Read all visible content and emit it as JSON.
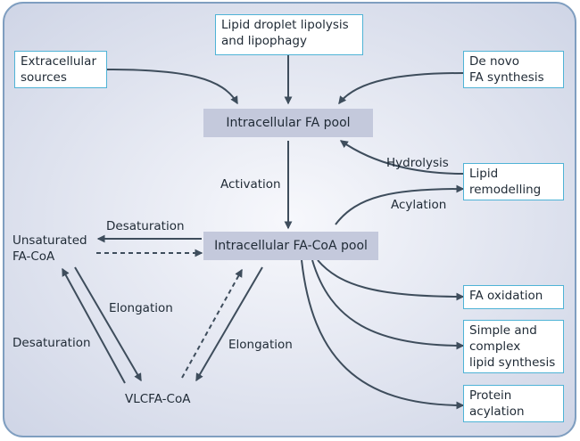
{
  "colors": {
    "frame_border": "#7f9ec0",
    "background_center": "#f7f8fc",
    "background_edge": "#cfd5e6",
    "box_border": "#4fb3d6",
    "pool_fill": "#c4c9dc",
    "arrow": "#3e4d5c",
    "text": "#1f2a35"
  },
  "sources": {
    "extracellular": [
      "Extracellular",
      "sources"
    ],
    "lipid_droplet": [
      "Lipid droplet lipolysis",
      "and lipophagy"
    ],
    "de_novo": [
      "De novo",
      "FA synthesis"
    ]
  },
  "pools": {
    "fa_pool": "Intracellular FA pool",
    "fa_coa_pool": "Intracellular FA-CoA pool"
  },
  "products": {
    "lipid_remodelling": [
      "Lipid",
      "remodelling"
    ],
    "fa_oxidation": [
      "FA oxidation"
    ],
    "lipid_synthesis": [
      "Simple and",
      "complex",
      "lipid synthesis"
    ],
    "protein_acylation": [
      "Protein",
      "acylation"
    ]
  },
  "species": {
    "unsaturated": [
      "Unsaturated",
      "FA-CoA"
    ],
    "vlcfa": "VLCFA-CoA"
  },
  "processes": {
    "activation": "Activation",
    "hydrolysis": "Hydrolysis",
    "acylation": "Acylation",
    "desaturation_top": "Desaturation",
    "elongation_left": "Elongation",
    "desaturation_left": "Desaturation",
    "elongation_right": "Elongation"
  }
}
